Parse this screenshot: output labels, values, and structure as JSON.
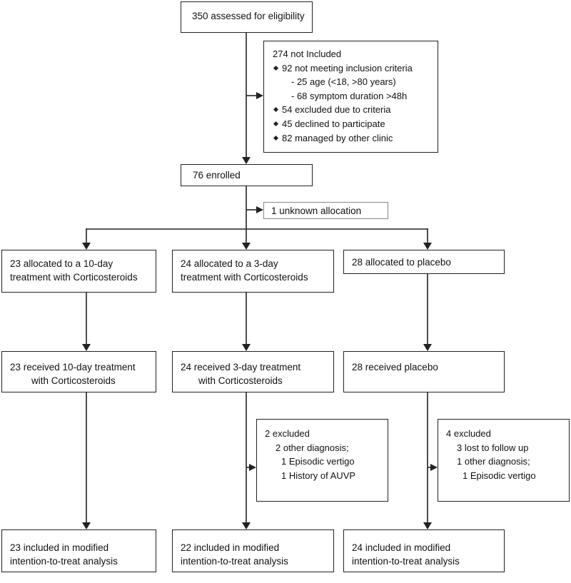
{
  "assessed": "350 assessed for eligibility",
  "not_included": {
    "title": "274 not Included",
    "items": [
      {
        "type": "bullet",
        "text": "92 not meeting inclusion criteria"
      },
      {
        "type": "sub",
        "text": "- 25 age (<18, >80 years)"
      },
      {
        "type": "sub",
        "text": "- 68 symptom duration >48h"
      },
      {
        "type": "bullet",
        "text": "54 excluded due to criteria"
      },
      {
        "type": "bullet",
        "text": "45 declined to participate"
      },
      {
        "type": "bullet",
        "text": "82 managed by other clinic"
      }
    ]
  },
  "enrolled": "76 enrolled",
  "unknown_allocation": "1 unknown allocation",
  "arms": [
    {
      "allocated": [
        "23 allocated to a 10-day",
        "treatment with Corticosteroids"
      ],
      "received": [
        "23 received 10-day treatment",
        "with Corticosteroids"
      ],
      "included": [
        "23 included in modified",
        "intention-to-treat analysis"
      ]
    },
    {
      "allocated": [
        "24 allocated to a 3-day",
        "treatment with Corticosteroids"
      ],
      "received": [
        "24 received 3-day treatment",
        "with Corticosteroids"
      ],
      "excluded": [
        "2 excluded",
        "2 other diagnosis;",
        "1 Episodic vertigo",
        "1 History of AUVP"
      ],
      "included": [
        "22 included in modified",
        "intention-to-treat analysis"
      ]
    },
    {
      "allocated": [
        "28 allocated to placebo"
      ],
      "received": [
        "28 received placebo"
      ],
      "excluded": [
        "4 excluded",
        "3 lost to follow up",
        "1 other diagnosis;",
        "1 Episodic vertigo"
      ],
      "included": [
        "24 included in modified",
        "intention-to-treat analysis"
      ]
    }
  ]
}
